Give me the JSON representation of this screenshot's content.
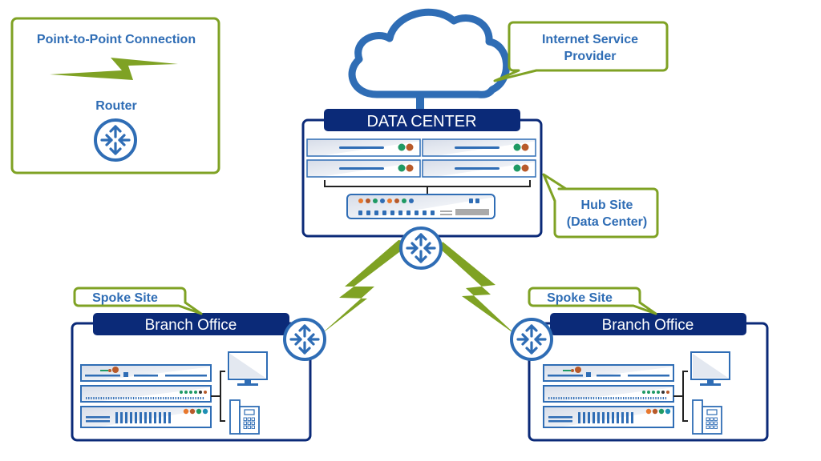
{
  "legend": {
    "connection_label": "Point-to-Point Connection",
    "router_label": "Router",
    "connection_icon": "lightning-bolt-icon",
    "router_icon": "router-icon"
  },
  "cloud": {
    "icon": "cloud-icon",
    "callout": [
      "Internet Service",
      "Provider"
    ]
  },
  "data_center": {
    "title": "DATA CENTER",
    "callout": [
      "Hub Site",
      "(Data Center)"
    ],
    "servers": 4,
    "switch_leds": [
      "#e8782d",
      "#b85a2a",
      "#1f9a64",
      "#2f6db5",
      "#e8782d",
      "#b85a2a",
      "#1f9a64",
      "#2f6db5"
    ]
  },
  "branches": [
    {
      "title": "Branch Office",
      "callout": "Spoke Site",
      "side": "left"
    },
    {
      "title": "Branch Office",
      "callout": "Spoke Site",
      "side": "right"
    }
  ],
  "colors": {
    "primary_blue": "#2f6db5",
    "navy": "#0b2a78",
    "green": "#7fa224",
    "led_green": "#1f9a64",
    "led_orange": "#b85a2a",
    "led_light_orange": "#e8782d",
    "led_teal": "#1f8fb5"
  }
}
